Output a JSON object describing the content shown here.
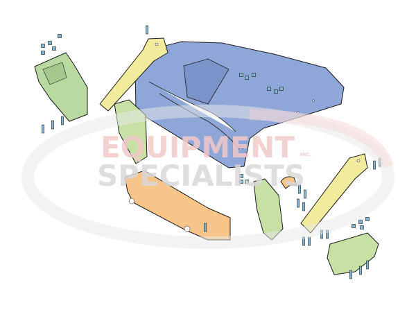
{
  "watermark": {
    "line1": "EQUIPMENT",
    "line2": "SPECIALISTS",
    "suffix": "INC.",
    "colors": {
      "top": "#f2c9c9",
      "bottom": "#d9d9d9",
      "swoosh": "#e6e6e6",
      "swoosh_red": "#f5d5d5"
    }
  },
  "parts": {
    "frame": {
      "color": "#8ea6d8"
    },
    "push_arm_left": {
      "color": "#f2ea9c"
    },
    "push_arm_right": {
      "color": "#f2ea9c"
    },
    "mount_bracket_upper_left": {
      "color": "#b9d9a2"
    },
    "mount_plate_center": {
      "color": "#c7e0a4"
    },
    "mount_bracket_center_right": {
      "color": "#c7e0a4"
    },
    "mount_bracket_lower_right": {
      "color": "#c7e0a4"
    },
    "receiver": {
      "color": "#f7c489"
    },
    "spacer": {
      "color": "#f7c489"
    },
    "hardware": {
      "color": "#7fb6d8"
    }
  }
}
